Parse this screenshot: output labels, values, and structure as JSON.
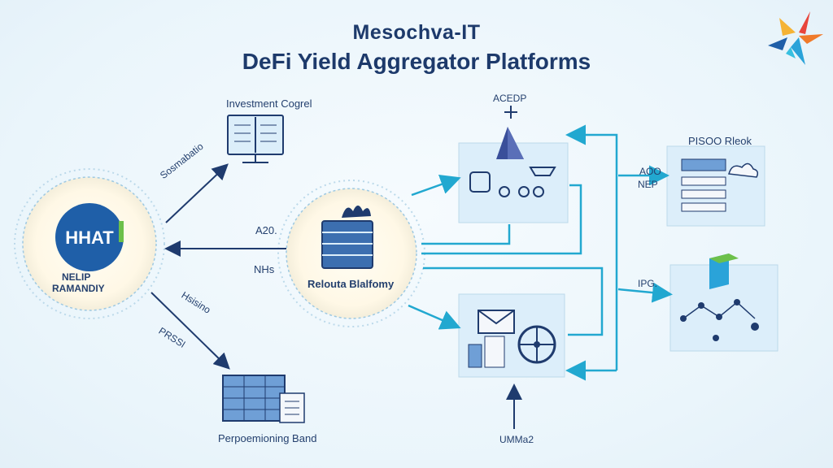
{
  "header": {
    "title_line1": "Mesochva-IT",
    "title_line2": "DeFi Yield Aggregator Platforms"
  },
  "nodes": {
    "hub_logo_text": "HHAT",
    "hub_label_line1": "NELIP",
    "hub_label_line2": "RAMANDIY",
    "center_label": "Relouta Blalfomy",
    "investment_label": "Investment Cogrel",
    "storage_label": "Perpoemioning Band",
    "top_mid_label": "ACEDP",
    "right_top_label": "PISOO Rleok"
  },
  "edge_labels": {
    "to_investment": "Sosmabatio",
    "from_center_top": "A20.",
    "from_center_bottom": "NHs",
    "to_storage_1": "Hsisino",
    "to_storage_2": "PRSSI",
    "right_upper_1": "AOO",
    "right_upper_2": "NEP",
    "right_lower": "IPG.",
    "bottom_input": "UMMa2"
  },
  "colors": {
    "accent": "#22a8d0",
    "dark_arrow": "#1f3b6e",
    "panel": "#dceefa",
    "hub_blue": "#1f5fa8",
    "cube_green": "#6cc04a"
  }
}
